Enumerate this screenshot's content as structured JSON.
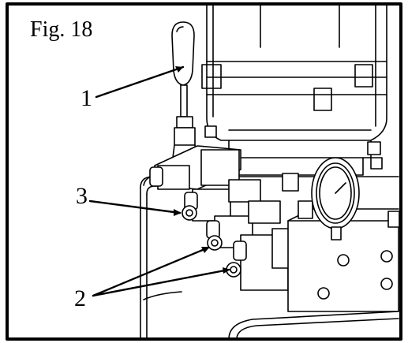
{
  "figure": {
    "title": "Fig. 18",
    "callouts": [
      {
        "id": "1"
      },
      {
        "id": "2"
      },
      {
        "id": "3"
      }
    ]
  }
}
